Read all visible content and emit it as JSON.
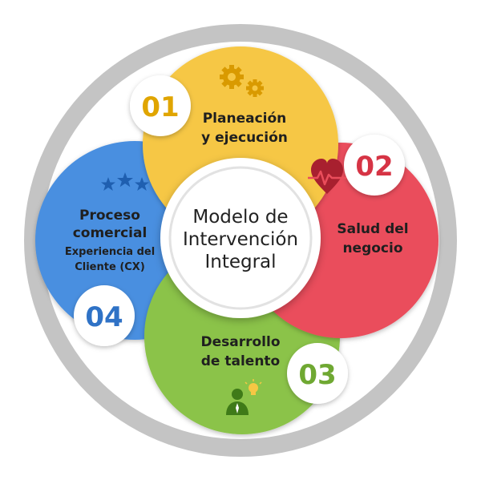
{
  "ring_title": "CULTURA ORGANIZACIONAL",
  "center": {
    "line1": "Modelo de",
    "line2": "Intervención",
    "line3": "Integral"
  },
  "sections": [
    {
      "number": "01",
      "title_line1": "Planeación",
      "title_line2": "y ejecución",
      "icon": "gears-icon",
      "color": "#f6c744"
    },
    {
      "number": "02",
      "title_line1": "Salud del",
      "title_line2": "negocio",
      "icon": "heart-pulse-icon",
      "color": "#ea4d5b"
    },
    {
      "number": "03",
      "title_line1": "Desarrollo",
      "title_line2": "de talento",
      "icon": "person-idea-icon",
      "color": "#8bc34a"
    },
    {
      "number": "04",
      "title_line1": "Proceso",
      "title_line2": "comercial",
      "subtitle_line1": "Experiencia del",
      "subtitle_line2": "Cliente (CX)",
      "icon": "stars-icon",
      "color": "#4a8fe0"
    }
  ],
  "colors": {
    "ring": "#bdbdbd",
    "yellow": "#f6c744",
    "red": "#ea4d5b",
    "green": "#8bc34a",
    "blue": "#4a8fe0",
    "num_yellow": "#e0a500",
    "num_red": "#d63445",
    "num_green": "#6fa832",
    "num_blue": "#2f72c6"
  }
}
